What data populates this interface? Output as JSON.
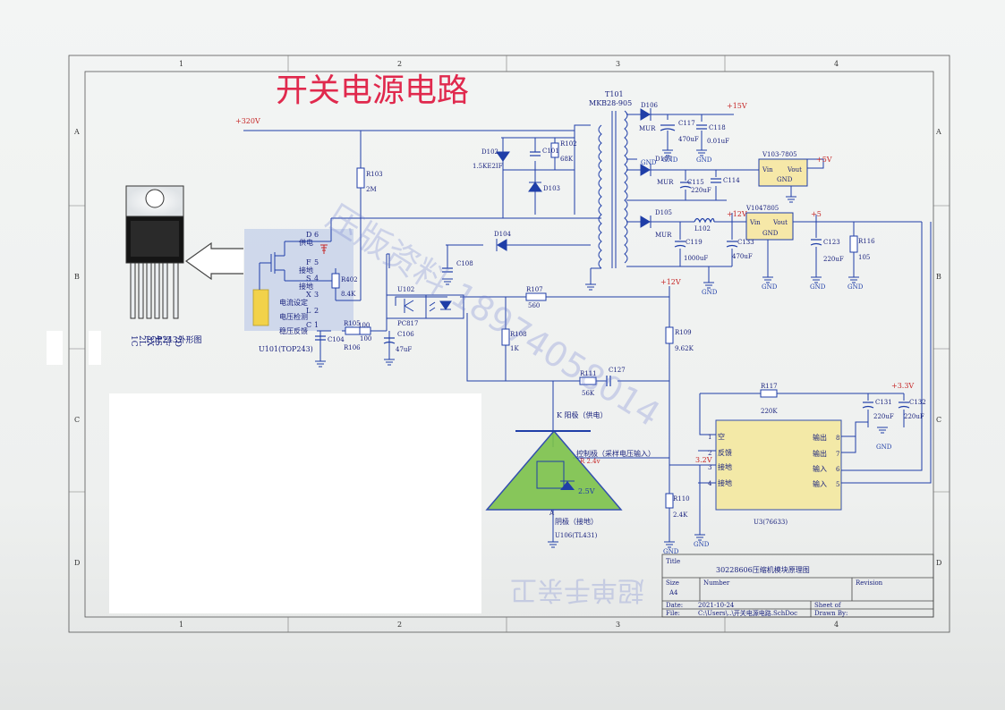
{
  "page_title": "开关电源电路",
  "watermark": "压版资料 18974058014",
  "watermark2": "超单手亲卫",
  "zones": {
    "cols": [
      "1",
      "2",
      "3",
      "4"
    ],
    "rows": [
      "A",
      "B",
      "C",
      "D"
    ]
  },
  "colors": {
    "wire": "#1f3ea8",
    "title": "#e0294d",
    "rail": "#c62828",
    "highlight": "#f4e9a0",
    "regulator": "#f6e8a8",
    "ic_panel": "#c9d3ea",
    "tl431": "#7cc24a"
  },
  "nets": {
    "hv": "+320V",
    "v15": "+15V",
    "v5a": "+5V",
    "v12": "+12V",
    "v5b": "+5",
    "v12b": "+12V",
    "v33": "+3.3V",
    "gnd": "GND",
    "v32": "3.2V",
    "v25": "2.5V",
    "r24": "R 2.4v"
  },
  "transformer": {
    "ref": "T101",
    "part": "MKB28-905"
  },
  "components": {
    "r103": "R103",
    "r103v": "2M",
    "r102": "R102",
    "r102v": "68K",
    "d102": "D102",
    "d102v": "1.5KE2IF",
    "d103": "D103",
    "c101": "C101",
    "d104": "D104",
    "c108": "C108",
    "d106": "D106",
    "mur1": "MUR",
    "c117": "C117",
    "c117v": "470uF",
    "c118": "C118",
    "c118v": "0.01uF",
    "d107": "D107",
    "mur2": "MUR",
    "c115": "C115",
    "c115v": "220uF",
    "c114": "C114",
    "d105": "D105",
    "mur3": "MUR",
    "l102": "L102",
    "c119": "C119",
    "c119v": "1000uF",
    "c133": "C133",
    "c133v": "470uF",
    "c123": "C123",
    "c123v": "220uF",
    "r116": "R116",
    "r116v": "105",
    "r402": "R402",
    "r402v": "8.4K",
    "r105": "R105",
    "r105v": "100",
    "r106": "R106",
    "r106v": "100",
    "c104": "C104",
    "c106": "C106",
    "c106v": "47uF",
    "u102": "U102",
    "u102v": "PC817",
    "r107": "R107",
    "r107v": "560",
    "r108": "R108",
    "r108v": "1K",
    "r109": "R109",
    "r109v": "9.62K",
    "r111": "R111",
    "r111v": "56K",
    "c127": "C127",
    "r110": "R110",
    "r110v": "2.4K",
    "r117": "R117",
    "r117v": "220K",
    "c131": "C131",
    "c131v": "220uF",
    "c132": "C132",
    "c132v": "220uF"
  },
  "regulators": [
    {
      "ref": "V103-7805",
      "vin": "Vin",
      "vout": "Vout",
      "gnd": "GND"
    },
    {
      "ref": "V1047805",
      "vin": "Vin",
      "vout": "Vout",
      "gnd": "GND"
    }
  ],
  "top243": {
    "ref": "U101(TOP243)",
    "pins": [
      {
        "letter": "D",
        "num": "6",
        "label": "供电"
      },
      {
        "letter": "F",
        "num": "5",
        "label": "接地"
      },
      {
        "letter": "S",
        "num": "4",
        "label": "接地"
      },
      {
        "letter": "X",
        "num": "3",
        "label": "电流设定"
      },
      {
        "letter": "L",
        "num": "2",
        "label": "电压检测"
      },
      {
        "letter": "C",
        "num": "1",
        "label": "稳压反馈"
      }
    ],
    "outline_caption": "TOP243外形图",
    "outline_pins": [
      "7D",
      "5F",
      "4S",
      "3X",
      "2L",
      "1C"
    ]
  },
  "tl431": {
    "ref": "U106(TL431)",
    "k_label": "K 阳极（供电）",
    "ref_label": "控制极（采样电压输入）",
    "a_label": "阴极（接地）",
    "a": "A"
  },
  "u3": {
    "ref": "U3(76633)",
    "left_pins": [
      {
        "n": "1",
        "label": "空"
      },
      {
        "n": "2",
        "label": "反馈"
      },
      {
        "n": "3",
        "label": "接地"
      },
      {
        "n": "4",
        "label": "接地"
      }
    ],
    "right_pins": [
      {
        "n": "8",
        "label": "输出"
      },
      {
        "n": "7",
        "label": "输出"
      },
      {
        "n": "6",
        "label": "输入"
      },
      {
        "n": "5",
        "label": "输入"
      }
    ]
  },
  "title_block": {
    "title_label": "Title",
    "title": "30228606压缩机模块原理图",
    "size_label": "Size",
    "size": "A4",
    "number_label": "Number",
    "revision_label": "Revision",
    "date_label": "Date:",
    "date": "2021-10-24",
    "sheet_label": "Sheet   of",
    "file_label": "File:",
    "file": "C:\\Users\\..\\开关电源电路.SchDoc",
    "drawn_label": "Drawn By:"
  }
}
